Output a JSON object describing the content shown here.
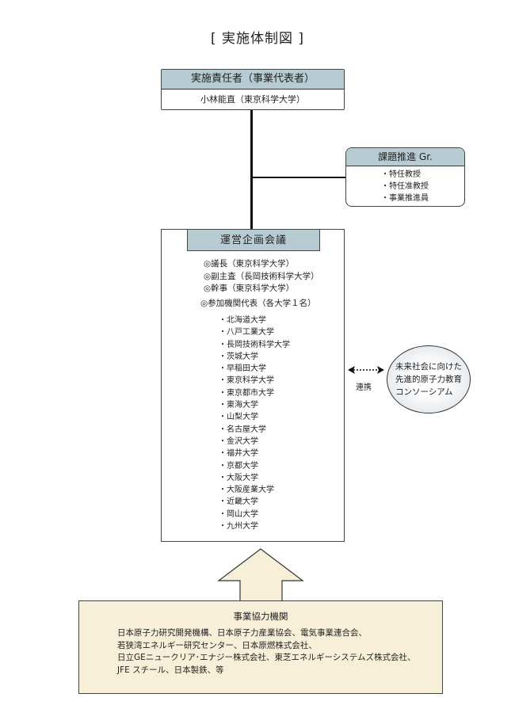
{
  "title": "[ 実施体制図 ]",
  "representative": {
    "header": "実施責任者（事業代表者）",
    "name": "小林能直（東京科学大学）"
  },
  "promotion_group": {
    "header": "課題推進 Gr.",
    "members": [
      "・特任教授",
      "・特任准教授",
      "・事業推進員"
    ]
  },
  "council": {
    "header": "運営企画会議",
    "roles": [
      "◎議長（東京科学大学）",
      "◎副主査（長岡技術科学大学）",
      "◎幹事（東京科学大学）"
    ],
    "participants_label": "◎参加機関代表（各大学１名）",
    "universities": [
      "北海道大学",
      "八戸工業大学",
      "長岡技術科学大学",
      "茨城大学",
      "早稲田大学",
      "東京科学大学",
      "東京都市大学",
      "東海大学",
      "山梨大学",
      "名古屋大学",
      "金沢大学",
      "福井大学",
      "京都大学",
      "大阪大学",
      "大阪産業大学",
      "近畿大学",
      "岡山大学",
      "九州大学"
    ]
  },
  "link": {
    "label": "連携",
    "consortium_lines": [
      "未来社会に向けた",
      "先進的原子力教育",
      "コンソーシアム"
    ]
  },
  "partners": {
    "title": "事業協力機関",
    "lines": [
      "日本原子力研究開発機構、日本原子力産業協会、電気事業連合会、",
      "若狭湾エネルギー研究センター、日本原燃株式会社、",
      "日立GEニュークリア･エナジー株式会社、東芝エネルギーシステムズ株式会社、",
      "JFE スチール、日本製鉄、等"
    ]
  },
  "colors": {
    "header_fill": "#b7ccd2",
    "partners_fill": "#f7efd8",
    "line": "#111111"
  }
}
